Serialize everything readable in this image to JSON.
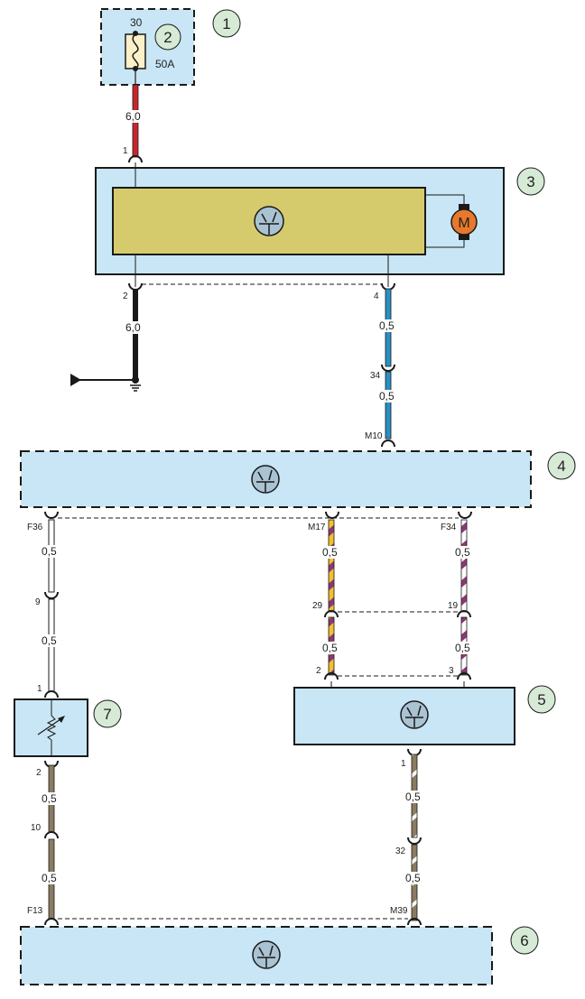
{
  "diagram": {
    "colors": {
      "module_fill": "#c8e6f5",
      "inner_fill": "#d6cb6c",
      "callout_fill": "#d6ead6",
      "wire_red": "#c8262f",
      "wire_black": "#1a1a1a",
      "wire_blue": "#2a8fc4",
      "wire_yellow": "#f2c12e",
      "wire_violet": "#8a3a73",
      "wire_brown": "#8b7b62",
      "motor_fill": "#e8782a",
      "fuse_fill": "#fbf0c8",
      "transistor_fill": "#a9c3d2"
    },
    "callouts": [
      "1",
      "2",
      "3",
      "4",
      "5",
      "6",
      "7"
    ],
    "fuse": {
      "terminal": "30",
      "rating": "50A"
    },
    "motor": {
      "label": "M"
    },
    "wires": [
      {
        "id": "w-red",
        "gauge": "6,0",
        "color": "red",
        "pins": [
          "1"
        ]
      },
      {
        "id": "w-ground",
        "gauge": "6,0",
        "color": "black",
        "pins": [
          "2"
        ]
      },
      {
        "id": "w-blue-a",
        "gauge": "0,5",
        "color": "blue",
        "pins": [
          "4",
          "34"
        ]
      },
      {
        "id": "w-blue-b",
        "gauge": "0,5",
        "color": "blue",
        "pins": [
          "34",
          "M10"
        ]
      },
      {
        "id": "w-white-a",
        "gauge": "0,5",
        "color": "white",
        "pins": [
          "F36",
          "9"
        ]
      },
      {
        "id": "w-white-b",
        "gauge": "0,5",
        "color": "white",
        "pins": [
          "9",
          "1"
        ]
      },
      {
        "id": "w-yellow-a",
        "gauge": "0,5",
        "color": "yellow/violet",
        "pins": [
          "M17",
          "29"
        ]
      },
      {
        "id": "w-yellow-b",
        "gauge": "0,5",
        "color": "yellow/violet",
        "pins": [
          "29",
          "2"
        ]
      },
      {
        "id": "w-violet-a",
        "gauge": "0,5",
        "color": "white/violet",
        "pins": [
          "F34",
          "19"
        ]
      },
      {
        "id": "w-violet-b",
        "gauge": "0,5",
        "color": "white/violet",
        "pins": [
          "19",
          "3"
        ]
      },
      {
        "id": "w-brown-a",
        "gauge": "0,5",
        "color": "brown",
        "pins": [
          "2",
          "10"
        ]
      },
      {
        "id": "w-brown-b",
        "gauge": "0,5",
        "color": "brown",
        "pins": [
          "10",
          "F13"
        ]
      },
      {
        "id": "w-brownw-a",
        "gauge": "0,5",
        "color": "brown/white",
        "pins": [
          "1",
          "32"
        ]
      },
      {
        "id": "w-brownw-b",
        "gauge": "0,5",
        "color": "brown/white",
        "pins": [
          "32",
          "M39"
        ]
      }
    ],
    "pins": {
      "p1": "1",
      "p2": "2",
      "p4": "4",
      "p34": "34",
      "pM10": "M10",
      "pF36": "F36",
      "pM17": "M17",
      "pF34": "F34",
      "p9": "9",
      "p29": "29",
      "p19": "19",
      "p1b": "1",
      "p2b": "2",
      "p3b": "3",
      "p2c": "2",
      "p1c": "1",
      "p10": "10",
      "p32": "32",
      "pF13": "F13",
      "pM39": "M39"
    },
    "gauges": {
      "g_red": "6,0",
      "g_black": "6,0",
      "g_blue1": "0,5",
      "g_blue2": "0,5",
      "g_w1": "0,5",
      "g_w2": "0,5",
      "g_y1": "0,5",
      "g_y2": "0,5",
      "g_v1": "0,5",
      "g_v2": "0,5",
      "g_b1": "0,5",
      "g_b2": "0,5",
      "g_bw1": "0,5",
      "g_bw2": "0,5"
    }
  }
}
